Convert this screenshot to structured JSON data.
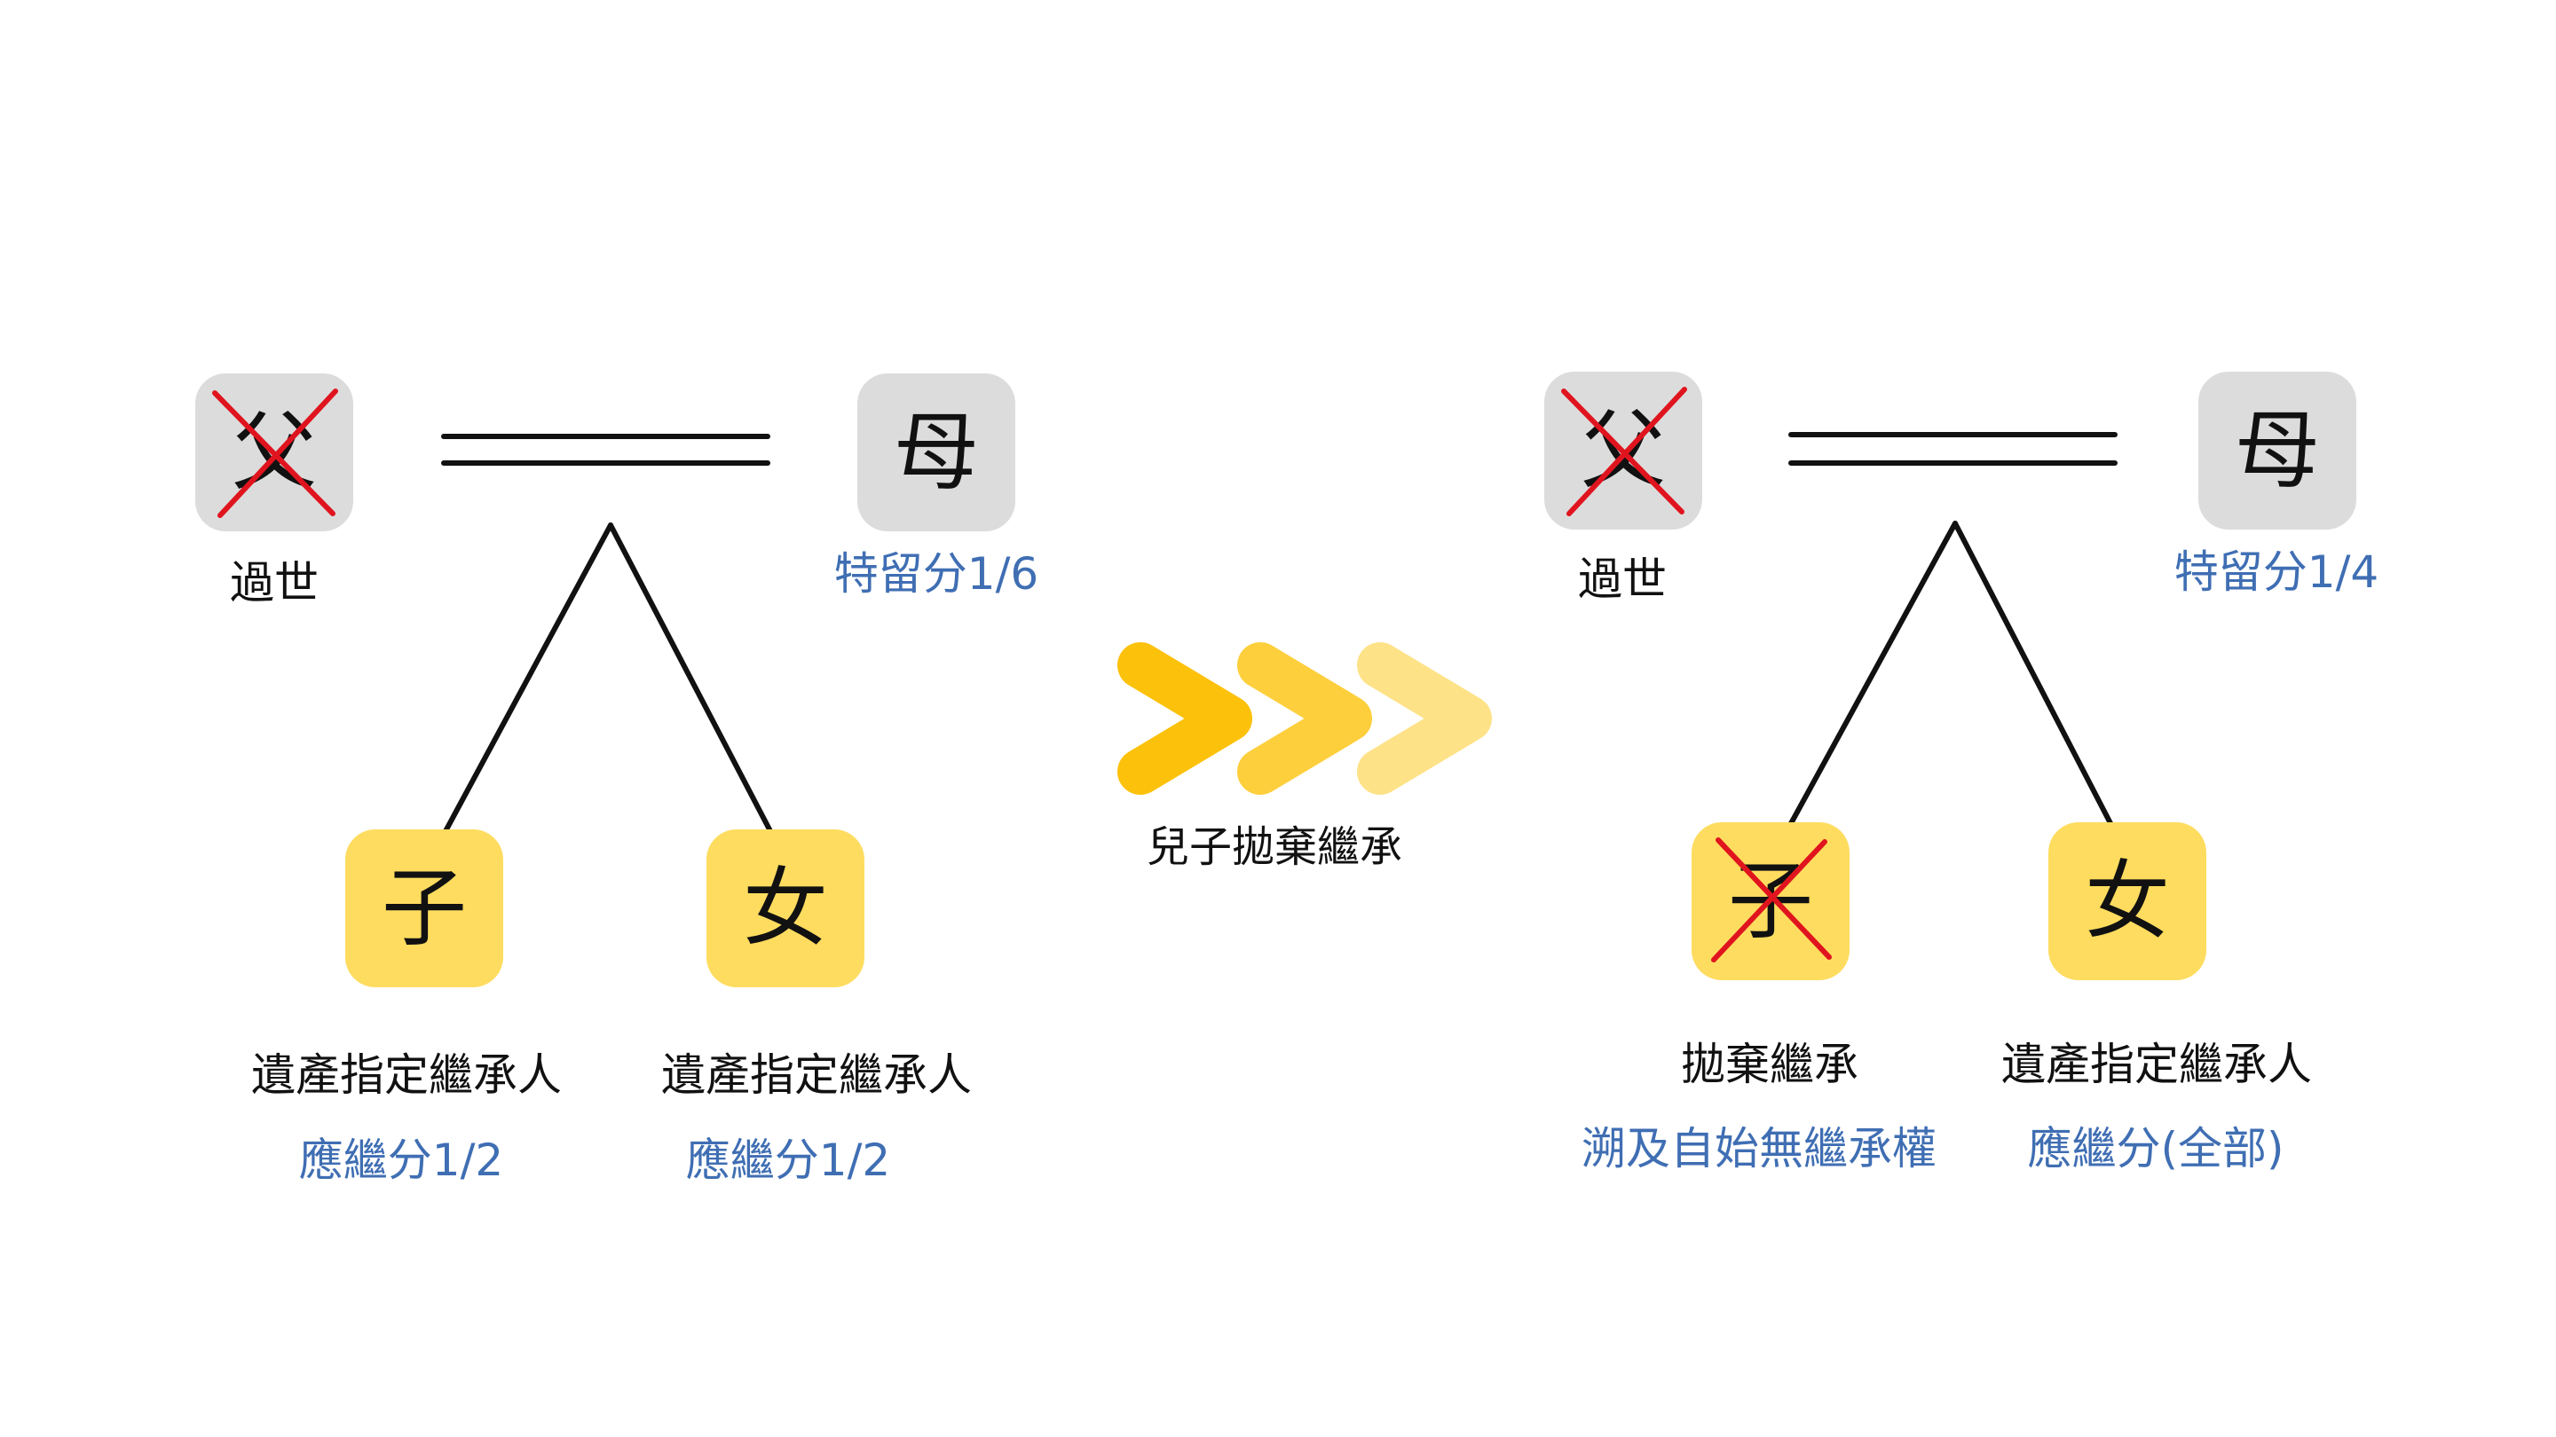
{
  "colors": {
    "text": "#111111",
    "share_blue": "#3f6eb3",
    "box_gray": "#dcdcdc",
    "box_yellow": "#fedc5f",
    "cross_red": "#e0141e",
    "arrow_1": "#fcc10a",
    "arrow_2": "#fdcf3c",
    "arrow_3": "#fee288"
  },
  "before": {
    "father": {
      "char": "父",
      "status": "過世"
    },
    "mother": {
      "char": "母",
      "share": "特留分1/6"
    },
    "son": {
      "char": "子",
      "role": "遺產指定繼承人",
      "share": "應繼分1/2"
    },
    "daughter": {
      "char": "女",
      "role": "遺產指定繼承人",
      "share": "應繼分1/2"
    }
  },
  "transition": {
    "caption": "兒子拋棄繼承",
    "icon": "triple-chevron-right"
  },
  "after": {
    "father": {
      "char": "父",
      "status": "過世"
    },
    "mother": {
      "char": "母",
      "share": "特留分1/4"
    },
    "son": {
      "char": "子",
      "role": "拋棄繼承",
      "share": "溯及自始無繼承權"
    },
    "daughter": {
      "char": "女",
      "role": "遺產指定繼承人",
      "share": "應繼分(全部)"
    }
  }
}
